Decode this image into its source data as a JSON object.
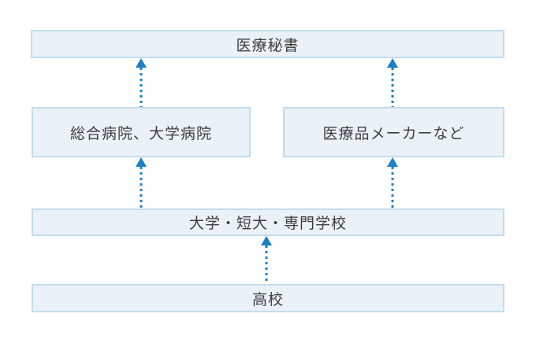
{
  "diagram": {
    "type": "career-path-flowchart",
    "nodes": {
      "top": {
        "label": "医療秘書"
      },
      "mid_left": {
        "label": "総合病院、大学病院"
      },
      "mid_right": {
        "label": "医療品メーカーなど"
      },
      "school": {
        "label": "大学・短大・専門学校"
      },
      "highschool": {
        "label": "高校"
      }
    },
    "edges": [
      {
        "from": "mid_left",
        "to": "top",
        "style": "dotted-arrow-up"
      },
      {
        "from": "mid_right",
        "to": "top",
        "style": "dotted-arrow-up"
      },
      {
        "from": "school",
        "to": "mid_left",
        "style": "dotted-arrow-up"
      },
      {
        "from": "school",
        "to": "mid_right",
        "style": "dotted-arrow-up"
      },
      {
        "from": "highschool",
        "to": "school",
        "style": "dotted-arrow-up"
      }
    ],
    "colors": {
      "box_fill": "#eaf1f9",
      "box_border": "#c3dcee",
      "arrow": "#1b7fc4",
      "text": "#3d3d3d",
      "background": "#ffffff"
    }
  }
}
